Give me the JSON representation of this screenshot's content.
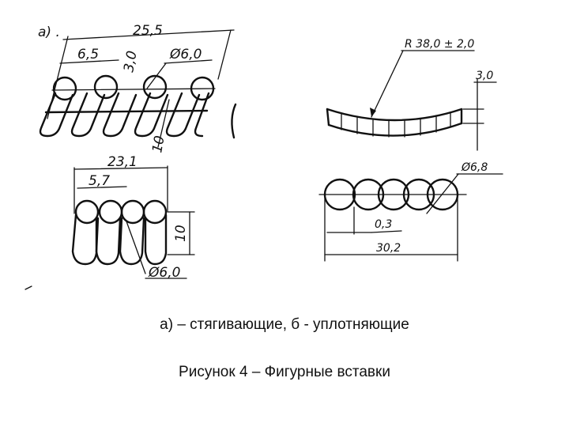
{
  "label_a": "а) .",
  "dimensions": {
    "a_overall": "25,5",
    "a_pitch": "6,5",
    "a_gap": "3,0",
    "a_diameter": "Ø6,0",
    "a_height": "10",
    "b_overall": "23,1",
    "b_pitch": "5,7",
    "b_height": "10",
    "b_diameter": "Ø6,0",
    "c_radius": "R 38,0 ± 2,0",
    "c_thickness": "3,0",
    "d_diameter": "Ø6,8",
    "d_gap": "0,3",
    "d_overall": "30,2"
  },
  "caption_line1": "а) – стягивающие, б - уплотняющие",
  "caption_line2": "Рисунок 4 – Фигурные вставки"
}
